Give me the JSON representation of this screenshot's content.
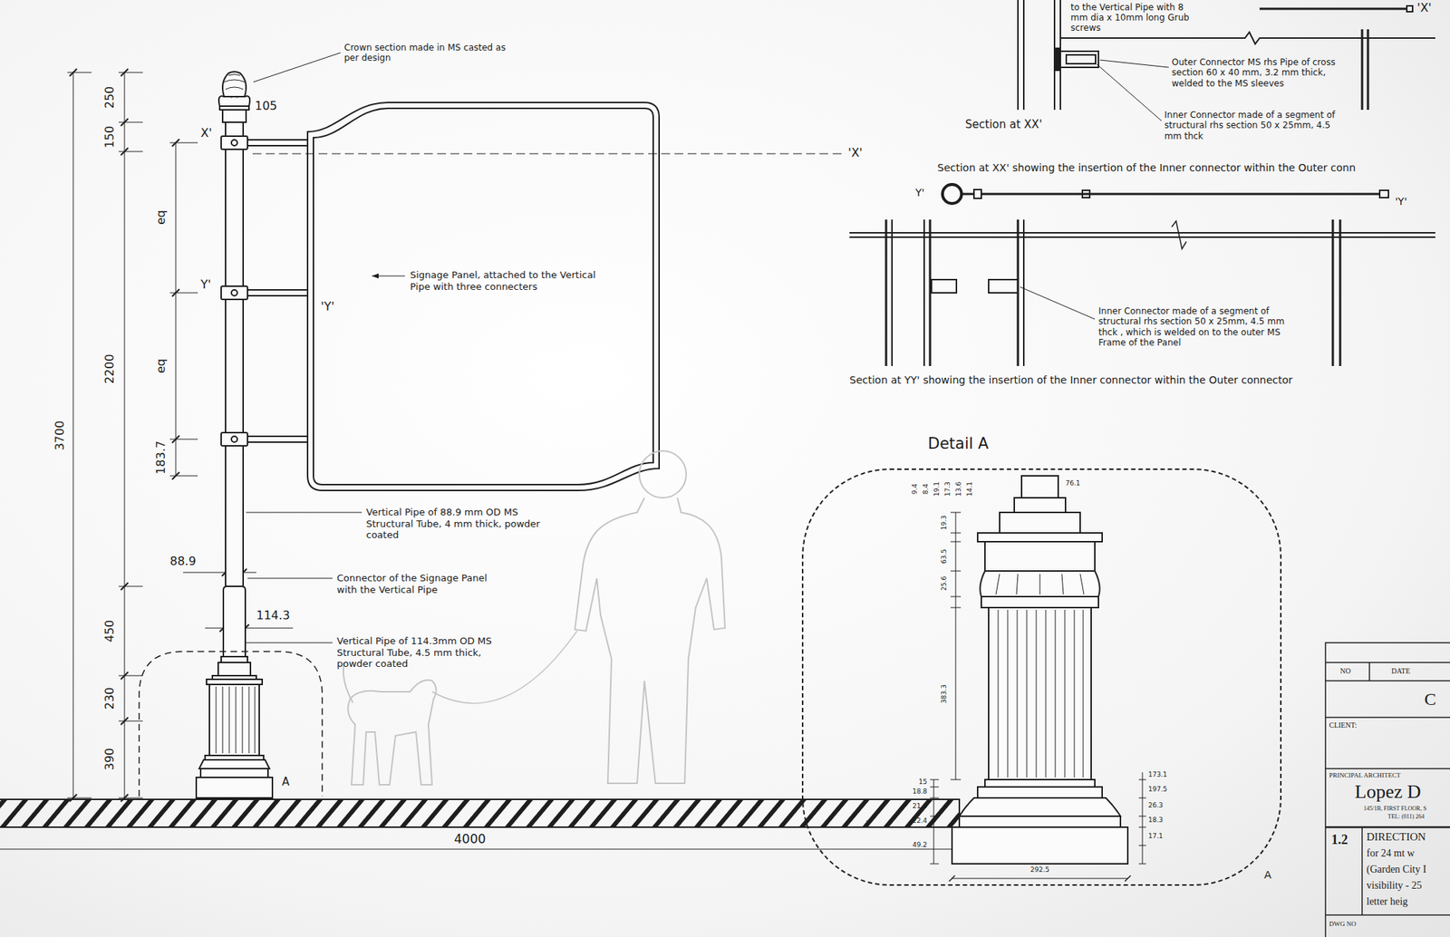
{
  "diagram": {
    "nodes": [
      {
        "text": [
          "Signage Panel, attached to the Vertical Pipe with three connecters"
        ]
      },
      {
        "text": [
          "Detail A",
          "A"
        ]
      }
    ],
    "labels": [
      "to the Vertical Pipe with 8",
      "mm dia x 10mm long Grub",
      "screws",
      "'X'",
      "250",
      "150",
      "105",
      "X'",
      "eq",
      "2200",
      "Y'",
      "'Y'",
      "eq",
      "183.7",
      "3700",
      "88.9",
      "114.3",
      "450",
      "230",
      "390",
      "A",
      "4000",
      "'X'",
      "Crown section made in MS casted as per design",
      "Vertical Pipe of 88.9 mm OD MS Structural Tube, 4 mm thick, powder coated",
      "Connector of the Signage Panel with the Vertical Pipe",
      "Vertical Pipe of 114.3mm OD MS Structural Tube, 4.5 mm thick, powder coated",
      "Outer Connector MS rhs Pipe of cross section 60 x 40 mm, 3.2 mm thick, welded to the MS sleeves",
      "Inner Connector made of a segment of structural rhs section 50 x 25mm, 4.5 mm thck",
      "Section at XX'",
      "Section at XX' showing the insertion of the Inner connector within the Outer conn",
      "Y'",
      "'Y'",
      "Inner Connector made of a segment of structural rhs section 50 x 25mm, 4.5 mm thck , which is welded on to the outer MS Frame of the Panel",
      "Section at YY' showing the insertion of the Inner connector within the Outer connector",
      "76.1",
      "9.4",
      "8.4",
      "19.1",
      "17.3",
      "13.6",
      "14.1",
      "19.3",
      "63.5",
      "25.6",
      "383.3",
      "173.1",
      "197.5",
      "26.3",
      "18.3",
      "17.1",
      "292.5",
      "15",
      "18.8",
      "21.4",
      "22.4",
      "49.2",
      "NO",
      "DATE",
      "C",
      "CLIENT:",
      "PRINCIPAL ARCHITECT",
      "Lopez D",
      "145/1B, FIRST FLOOR, S",
      "TEL: (011) 264",
      "1.2",
      "DIRECTION",
      "for 24 mt w",
      "(Garden City I",
      "visibility - 25",
      "letter heig",
      "DWG NO"
    ]
  }
}
